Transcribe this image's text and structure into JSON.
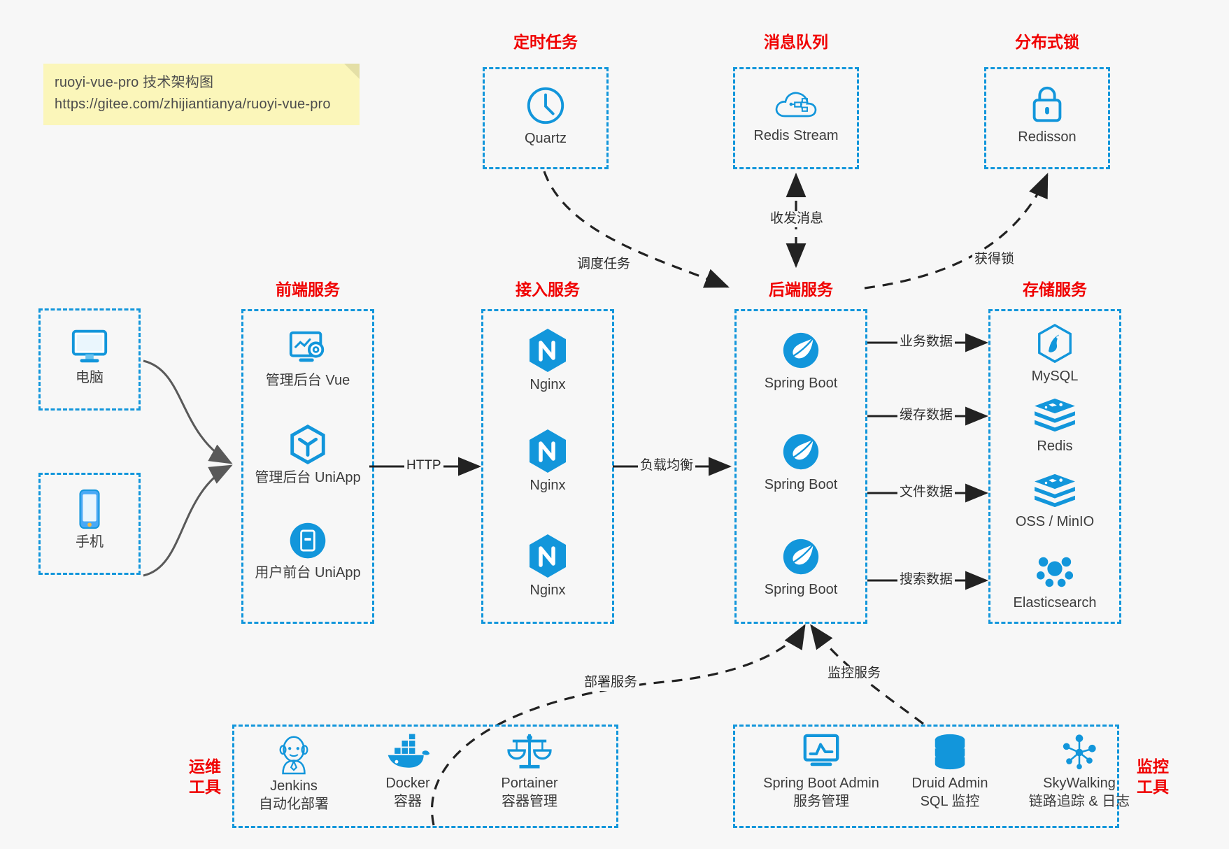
{
  "note": {
    "line1": "ruoyi-vue-pro 技术架构图",
    "line2": "https://gitee.com/zhijiantianya/ruoyi-vue-pro"
  },
  "colors": {
    "box_border": "#1296db",
    "group_title": "#f00000",
    "icon_blue": "#1296db",
    "caption": "#3c3c3c",
    "background": "#f7f7f7",
    "note_bg": "#fbf6ba",
    "edge_gray": "#595959",
    "edge_black": "#222222"
  },
  "groups": {
    "scheduler": {
      "title": "定时任务",
      "nodes": [
        {
          "label": "Quartz",
          "icon": "clock-icon"
        }
      ]
    },
    "mq": {
      "title": "消息队列",
      "nodes": [
        {
          "label": "Redis Stream",
          "icon": "cloud-stream-icon"
        }
      ]
    },
    "lock": {
      "title": "分布式锁",
      "nodes": [
        {
          "label": "Redisson",
          "icon": "lock-icon"
        }
      ]
    },
    "clients": {
      "nodes": [
        {
          "label": "电脑",
          "icon": "desktop-icon"
        },
        {
          "label": "手机",
          "icon": "mobile-icon"
        }
      ]
    },
    "frontend": {
      "title": "前端服务",
      "nodes": [
        {
          "label": "管理后台 Vue",
          "icon": "dashboard-icon"
        },
        {
          "label": "管理后台 UniApp",
          "icon": "cube-icon"
        },
        {
          "label": "用户前台 UniApp",
          "icon": "app-icon"
        }
      ]
    },
    "gateway": {
      "title": "接入服务",
      "nodes": [
        {
          "label": "Nginx",
          "icon": "nginx-icon"
        },
        {
          "label": "Nginx",
          "icon": "nginx-icon"
        },
        {
          "label": "Nginx",
          "icon": "nginx-icon"
        }
      ]
    },
    "backend": {
      "title": "后端服务",
      "nodes": [
        {
          "label": "Spring Boot",
          "icon": "spring-icon"
        },
        {
          "label": "Spring Boot",
          "icon": "spring-icon"
        },
        {
          "label": "Spring Boot",
          "icon": "spring-icon"
        }
      ]
    },
    "storage": {
      "title": "存储服务",
      "nodes": [
        {
          "label": "MySQL",
          "icon": "mysql-icon"
        },
        {
          "label": "Redis",
          "icon": "redis-icon"
        },
        {
          "label": "OSS / MinIO",
          "icon": "oss-icon"
        },
        {
          "label": "Elasticsearch",
          "icon": "elasticsearch-icon"
        }
      ]
    },
    "devops": {
      "title": "运维\n工具",
      "title_line1": "运维",
      "title_line2": "工具",
      "nodes": [
        {
          "label": "Jenkins",
          "sublabel": "自动化部署",
          "icon": "jenkins-icon"
        },
        {
          "label": "Docker",
          "sublabel": "容器",
          "icon": "docker-icon"
        },
        {
          "label": "Portainer",
          "sublabel": "容器管理",
          "icon": "scales-icon"
        }
      ]
    },
    "monitor": {
      "title_line1": "监控",
      "title_line2": "工具",
      "nodes": [
        {
          "label": "Spring Boot Admin",
          "sublabel": "服务管理",
          "icon": "monitor-chart-icon"
        },
        {
          "label": "Druid Admin",
          "sublabel": "SQL 监控",
          "icon": "database-icon"
        },
        {
          "label": "SkyWalking",
          "sublabel": "链路追踪 & 日志",
          "icon": "skywalking-icon"
        }
      ]
    }
  },
  "edges": [
    {
      "id": "schedule-task",
      "label": "调度任务"
    },
    {
      "id": "send-receive",
      "label": "收发消息"
    },
    {
      "id": "acquire-lock",
      "label": "获得锁"
    },
    {
      "id": "http",
      "label": "HTTP"
    },
    {
      "id": "load-balance",
      "label": "负载均衡"
    },
    {
      "id": "business-data",
      "label": "业务数据"
    },
    {
      "id": "cache-data",
      "label": "缓存数据"
    },
    {
      "id": "file-data",
      "label": "文件数据"
    },
    {
      "id": "search-data",
      "label": "搜索数据"
    },
    {
      "id": "deploy-service",
      "label": "部署服务"
    },
    {
      "id": "monitor-service",
      "label": "监控服务"
    }
  ]
}
